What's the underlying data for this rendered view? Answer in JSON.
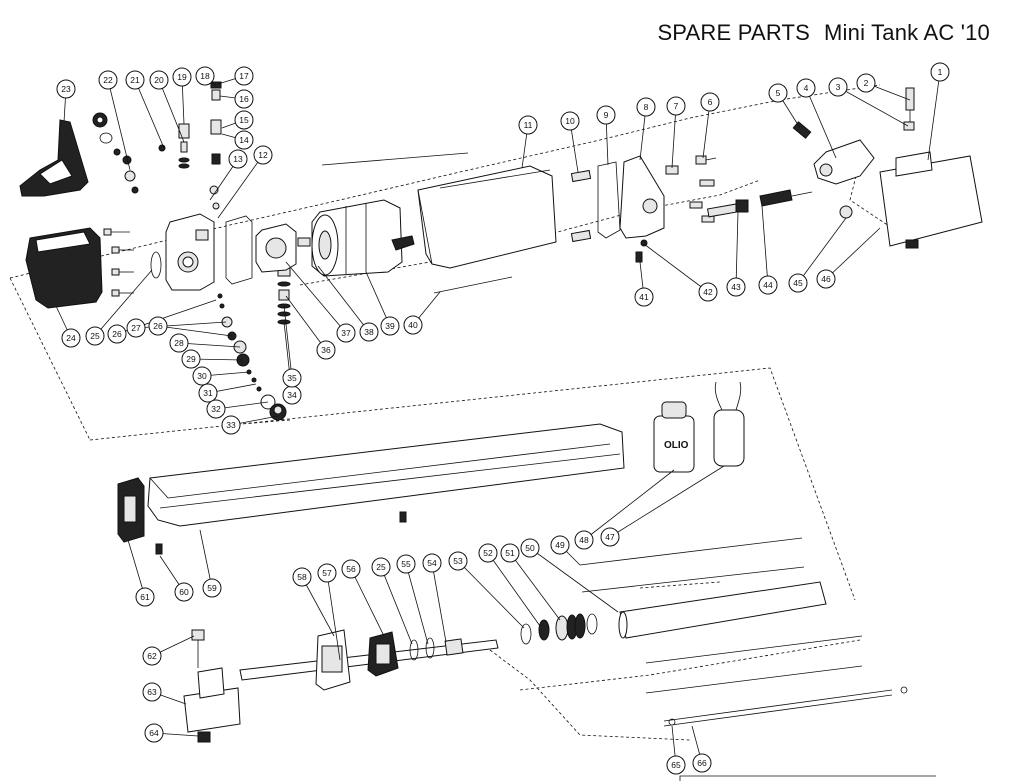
{
  "title": {
    "main": "SPARE PARTS",
    "model": "Mini Tank AC '10"
  },
  "oil_label": "OLIO",
  "callout_numbers": [
    "1",
    "2",
    "3",
    "4",
    "5",
    "6",
    "7",
    "8",
    "9",
    "10",
    "11",
    "12",
    "13",
    "14",
    "15",
    "16",
    "17",
    "18",
    "19",
    "20",
    "21",
    "22",
    "23",
    "24",
    "25",
    "26",
    "27",
    "26",
    "28",
    "29",
    "30",
    "31",
    "32",
    "33",
    "34",
    "35",
    "36",
    "37",
    "38",
    "39",
    "40",
    "41",
    "42",
    "43",
    "44",
    "45",
    "46",
    "47",
    "48",
    "49",
    "50",
    "51",
    "52",
    "53",
    "54",
    "55",
    "25",
    "56",
    "57",
    "58",
    "59",
    "60",
    "61",
    "62",
    "63",
    "64",
    "65",
    "66"
  ]
}
